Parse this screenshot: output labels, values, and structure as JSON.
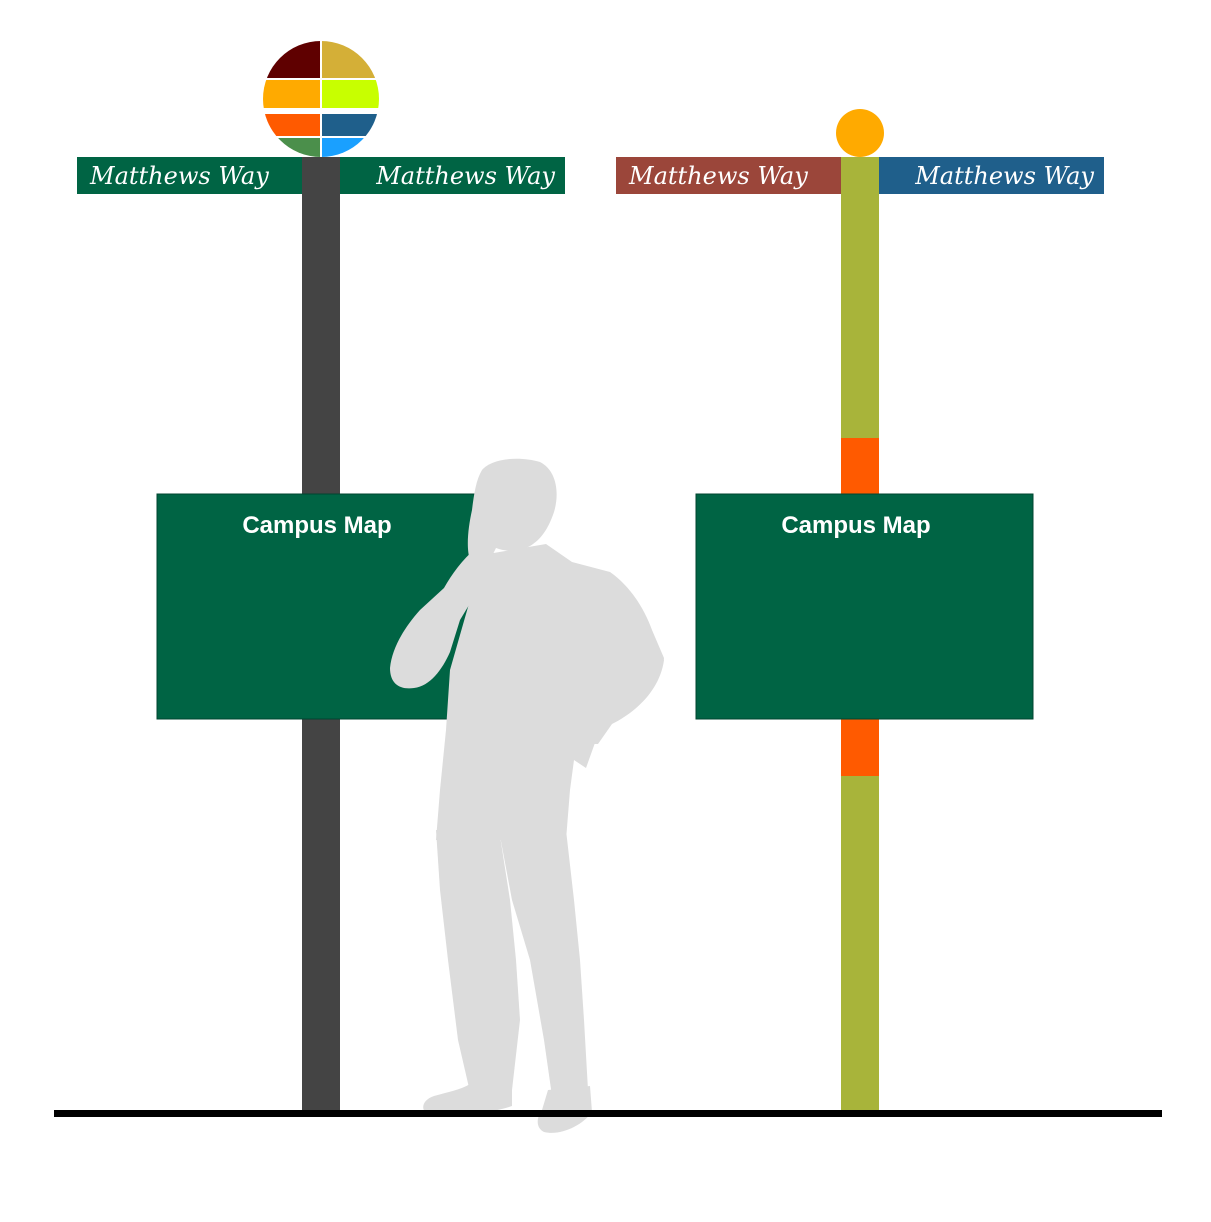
{
  "colors": {
    "background": "#ffffff",
    "ground": "#000000",
    "sign_green": "#006444",
    "left_pole": "#444444",
    "right_pole": "#a8b43a",
    "right_pole_accent": "#ff5a00",
    "right_finial": "#ffaa00",
    "right_sign_left": "#9b463a",
    "right_sign_right": "#1f5f8b",
    "silhouette": "#dcdcdc",
    "finial_quadrants": [
      "#5f0000",
      "#d4af37",
      "#ffaa00",
      "#c8ff00",
      "#ff5a00",
      "#1f5f8b",
      "#4b8f4b",
      "#1aa0ff"
    ]
  },
  "left_post": {
    "street_sign_left": "Matthews Way",
    "street_sign_right": "Matthews Way",
    "map_title": "Campus Map",
    "finial_icon": "quartered-globe-icon"
  },
  "right_post": {
    "street_sign_left": "Matthews Way",
    "street_sign_right": "Matthews Way",
    "map_title": "Campus Map",
    "finial_icon": "ball-icon"
  },
  "figure": {
    "icon": "person-silhouette-icon"
  }
}
